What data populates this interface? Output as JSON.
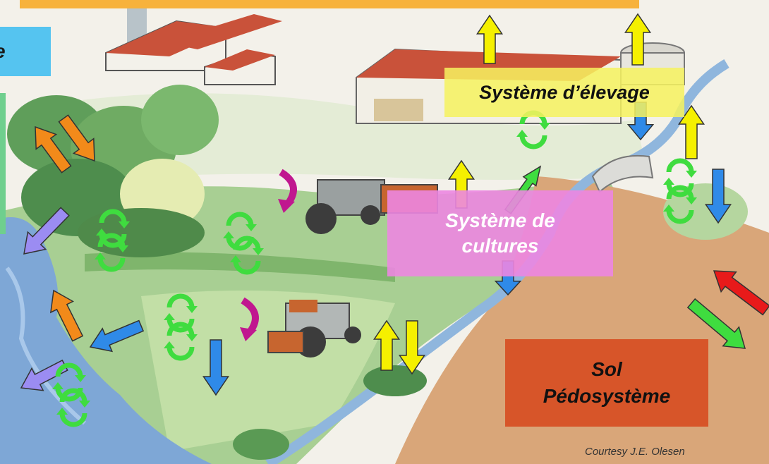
{
  "boxes": {
    "top_banner": "",
    "left_blue_fragment": "e",
    "elevage": "Système d’élevage",
    "cultures_line1": "Système de",
    "cultures_line2": "cultures",
    "sol_line1": "Sol",
    "sol_line2": "Pédosystème"
  },
  "credit": "Courtesy J.E. Olesen",
  "colors": {
    "banner_orange": "#f7b23c",
    "left_blue": "#55c4f0",
    "left_green": "#6fcf8e",
    "elevage_yellow": "#f6f260",
    "cultures_pink": "#ec86e1",
    "sol_red": "#d6481c",
    "arrow_yellow": "#f5f000",
    "arrow_orange": "#f28a1a",
    "arrow_blue": "#2f8ae8",
    "arrow_lavender": "#9b8cf2",
    "arrow_green": "#3fdc3f",
    "arrow_red": "#e81a1a",
    "arrow_magenta": "#c0178f"
  },
  "icons": {
    "yellow_arrow": "yellow-flux-arrow",
    "blue_arrow": "blue-flux-arrow",
    "orange_arrow": "orange-flux-arrow",
    "lavender_arrow": "lavender-flux-arrow",
    "red_arrow": "red-input-arrow",
    "green_arrow": "green-output-arrow",
    "recycle_icon": "green-cycle-arrows",
    "magenta_curve": "magenta-curved-arrow"
  }
}
